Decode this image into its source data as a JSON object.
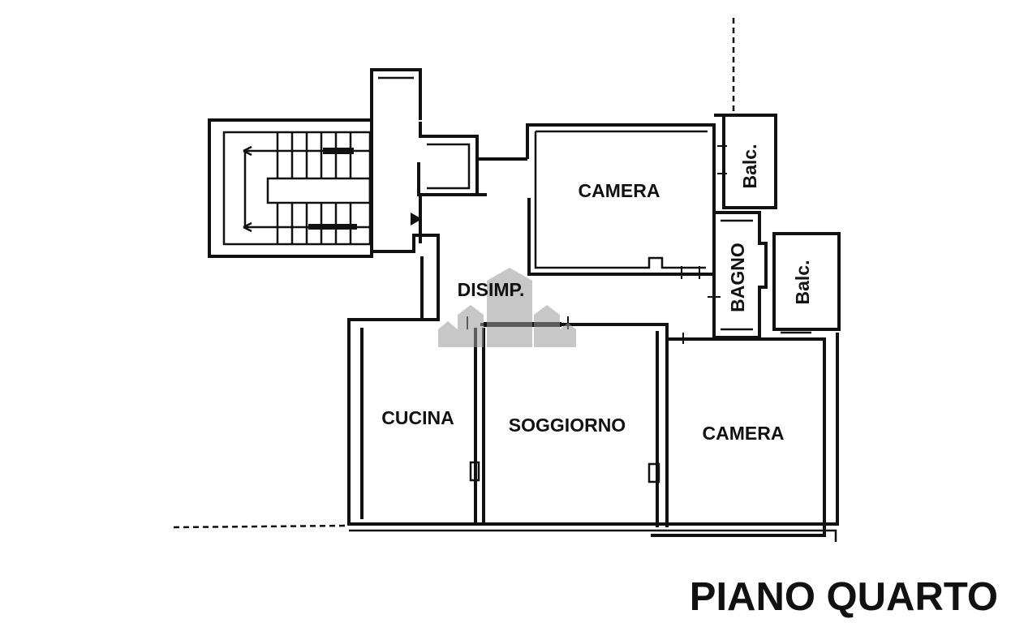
{
  "floor_title": "PIANO QUARTO",
  "rooms": {
    "camera_top": "CAMERA",
    "balc_top": "Balc.",
    "bagno": "BAGNO",
    "balc_right": "Balc.",
    "disimp": "DISIMP.",
    "cucina": "CUCINA",
    "soggiorno": "SOGGIORNO",
    "camera_bottom": "CAMERA"
  },
  "colors": {
    "line": "#111111",
    "background": "#ffffff",
    "watermark": "#9a9a9a"
  }
}
